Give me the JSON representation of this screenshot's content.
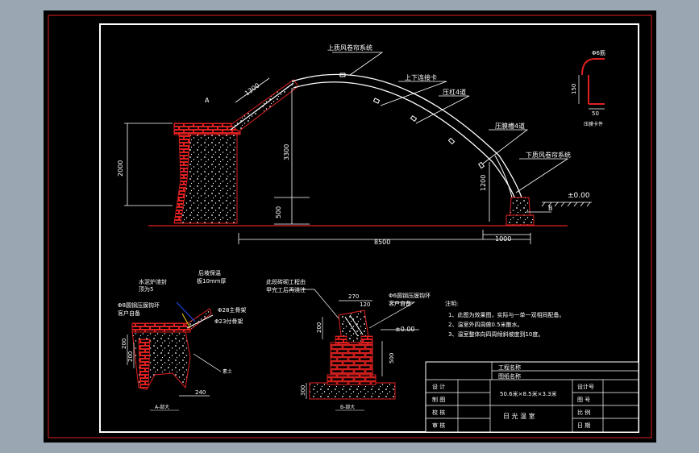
{
  "colors": {
    "background": "#9aa6b2",
    "sheet": "#000000",
    "border": "#ffffff",
    "red": "#e02020",
    "dim": "#ffffff",
    "hatch": "#ffffff",
    "yellow": "#ffd200",
    "blue": "#2050ff"
  },
  "main": {
    "callouts": {
      "top_windproof": "上质风卷帘系统",
      "connector": "上下连接卡",
      "pressure_bar": "压杠4道",
      "film_press": "压膜槽4道",
      "bottom_windproof": "下质风卷帘系统",
      "point_a": "A",
      "point_b": "B"
    },
    "dimensions": {
      "slope_len": "1300",
      "height_wall": "2000",
      "height_ridge": "3300",
      "height_base": "500",
      "front_height": "1200",
      "span": "8500",
      "front_offset": "1000",
      "elevation": "±0.00"
    },
    "bar_detail": {
      "dia": "Φ6筋",
      "d150": "150",
      "d50": "50",
      "title": "压膜卡件"
    }
  },
  "detail_a": {
    "notes": [
      "水泥炉渣封",
      "顶为5",
      "后坡保温",
      "板10mm厚",
      "Φ8圆钢压膜钩环",
      "客户自备"
    ],
    "bars": [
      "Φ28主骨架",
      "Φ23付骨架"
    ],
    "d200": "200",
    "d200b": "200",
    "d240": "240",
    "soil": "素土",
    "title": "A-部大"
  },
  "detail_b": {
    "notes": [
      "此段砖砌工程由",
      "甲完工后再浇注",
      "Φ6圆钢压膜钩环",
      "客户自备"
    ],
    "d270": "270",
    "d120": "120",
    "d200": "200",
    "d500": "500",
    "d300": "300",
    "elevation": "±0.00",
    "title": "B-部大"
  },
  "notes": {
    "heading": "注明:",
    "items": [
      "1、此图为效果图，实际与一单一双相同配备。",
      "2、温室外四周做0.5米散水。",
      "3、温室整体向四周倾斜坡度到10度。"
    ]
  },
  "title_block": {
    "project_label": "工程名称",
    "drawing_label": "图纸名称",
    "labels_left": [
      "设 计",
      "制 图",
      "校 核",
      "审 核"
    ],
    "spec": "50.6米×8.5米×3.3米",
    "name": "日 光 温 室",
    "labels_right": [
      "设计号",
      "图 号",
      "比 例",
      "日 期"
    ]
  }
}
